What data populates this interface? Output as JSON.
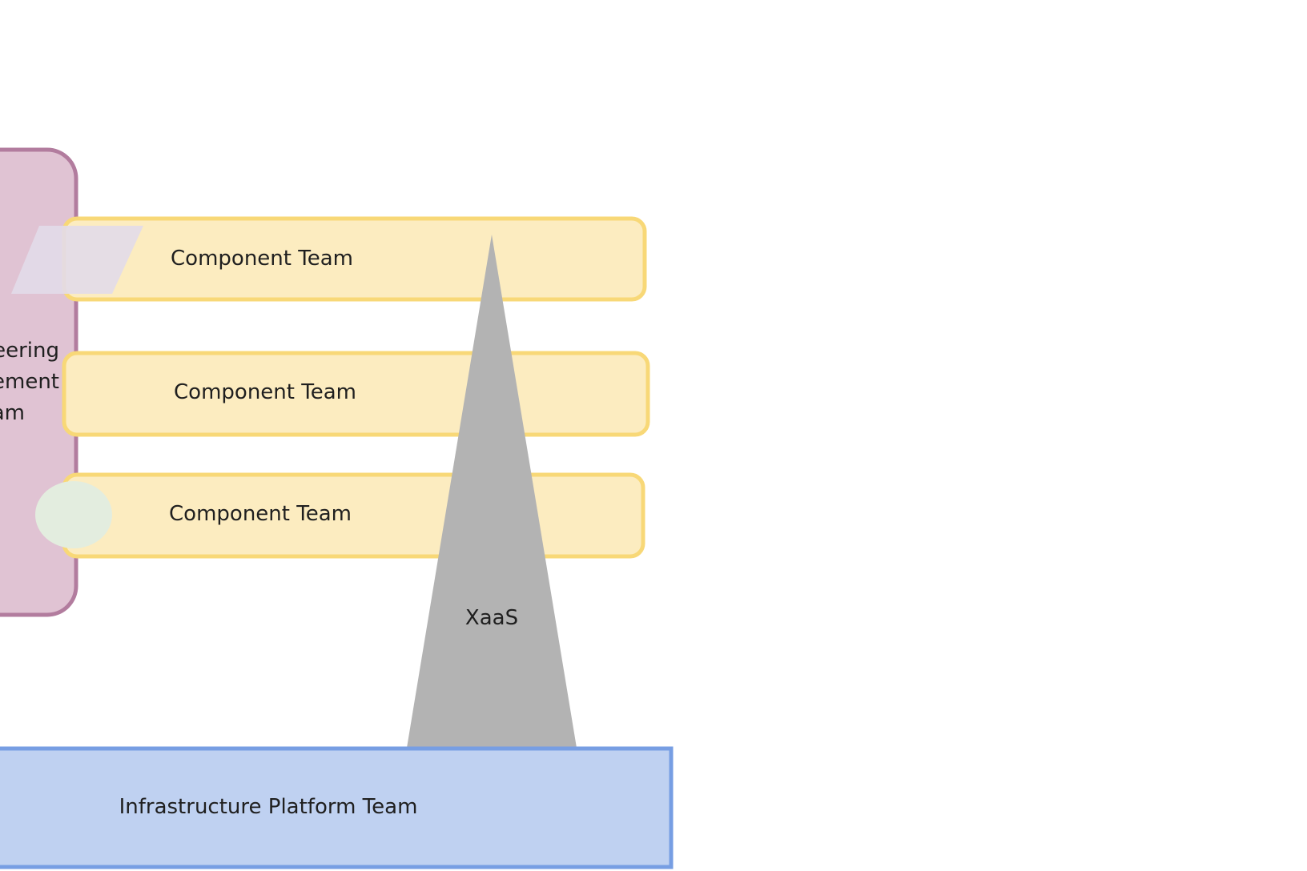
{
  "diagram": {
    "enabling_team": {
      "label_lines": [
        "eering",
        "ement",
        "am"
      ]
    },
    "component_teams": [
      {
        "label": "Component Team"
      },
      {
        "label": "Component Team"
      },
      {
        "label": "Component Team"
      }
    ],
    "xaas": {
      "label": "XaaS"
    },
    "platform_team": {
      "label": "Infrastructure Platform Team"
    }
  },
  "colors": {
    "enabling_fill": "#e0c3d3",
    "enabling_stroke": "#b27c9e",
    "component_fill": "#fcecc0",
    "component_stroke": "#f8d877",
    "platform_fill": "#bfd1f1",
    "platform_stroke": "#779ee3",
    "xaas_fill": "#b3b3b3",
    "parallelogram_fill": "#e2dbe9",
    "ellipse_fill": "#e3eddf"
  }
}
